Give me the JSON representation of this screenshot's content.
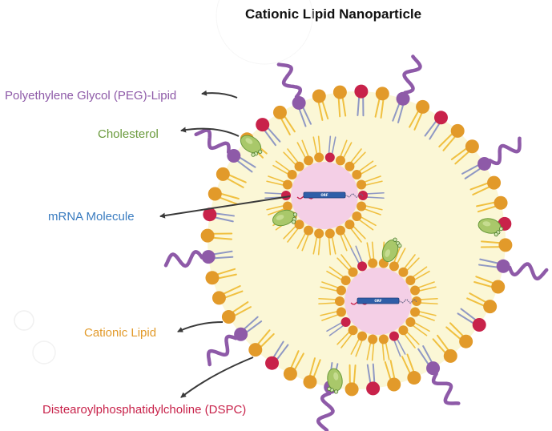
{
  "title": "Cationic Lipid Nanoparticle",
  "labels": {
    "peg_lipid": "Polyethylene Glycol (PEG)-Lipid",
    "cholesterol": "Cholesterol",
    "mrna": "mRNA Molecule",
    "cationic_lipid": "Cationic Lipid",
    "dspc": "Distearoylphosphatidylcholine (DSPC)"
  },
  "mrna_tag": "ORF",
  "colors": {
    "peg": "#8e5aa8",
    "cholesterol": "#6a9a3c",
    "mrna": "#3a7cc0",
    "cationic": "#e29a2a",
    "dspc": "#c8224a",
    "core": "#fbf7d6",
    "inner_core": "#f4cfe6"
  }
}
